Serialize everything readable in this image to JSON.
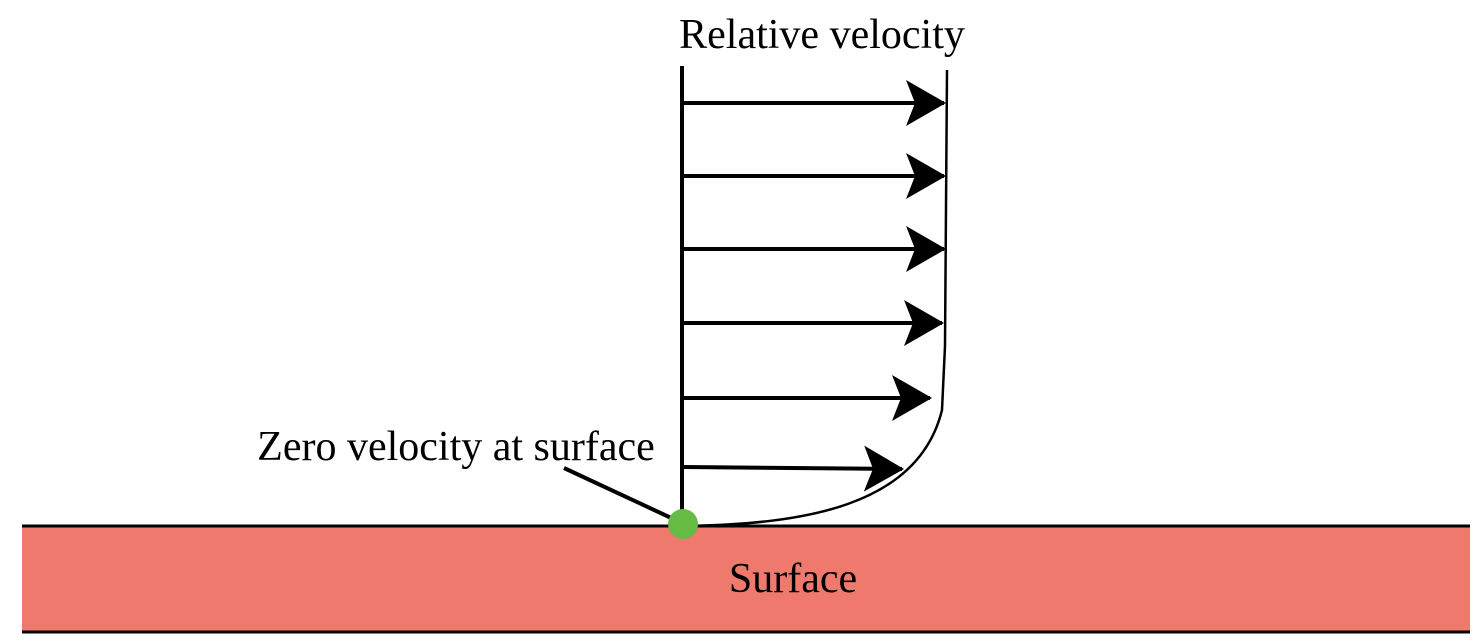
{
  "diagram": {
    "title": "Relative velocity",
    "annotation": "Zero velocity at surface",
    "surface_label": "Surface",
    "arrow_count": 6,
    "colors": {
      "surface_fill": "#ee796c",
      "no_slip_point": "#66bb44",
      "line": "#000000"
    }
  }
}
